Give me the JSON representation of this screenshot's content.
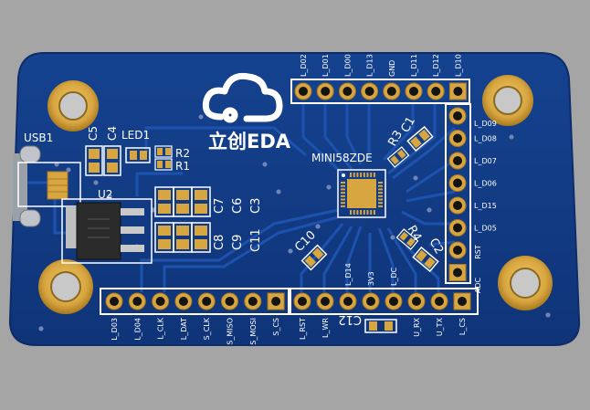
{
  "colors": {
    "background": "#a5a5a5",
    "board": "#123a86",
    "board_edge": "#0d2c6a",
    "trace": "#1f56b4",
    "silkscreen": "#ffffff",
    "gold": "#d8a640",
    "gold_dark": "#a9791f",
    "header_black": "#141414",
    "regulator": "#2b2b2b",
    "pin_metal": "#c9c9c9",
    "usb_metal": "#b9b9b9"
  },
  "logo": {
    "brand_text": "立创EDA",
    "icon": "cloud-logo-icon"
  },
  "chip_label": "MINI58ZDE",
  "designators": {
    "usb": "USB1",
    "led": "LED1",
    "regulator": "U2",
    "c1": "C1",
    "c2": "C2",
    "c3": "C3",
    "c4": "C4",
    "c5": "C5",
    "c6": "C6",
    "c7": "C7",
    "c8": "C8",
    "c9": "C9",
    "c10": "C10",
    "c11": "C11",
    "c12": "C12",
    "r1": "R1",
    "r2": "R2",
    "r3": "R3",
    "r4": "R4"
  },
  "headers": {
    "top": [
      "L_D02",
      "L_D01",
      "L_D00",
      "L_D13",
      "GND",
      "L_D11",
      "L_D12",
      "L_D10"
    ],
    "right": [
      "L_D09",
      "L_D08",
      "L_D07",
      "L_D06",
      "L_D15",
      "L_D05",
      "RST",
      "ADC"
    ],
    "bottom_left": [
      "L_D03",
      "L_D04",
      "L_CLK",
      "L_DAT",
      "S_CLK",
      "S_MISO",
      "S_MOSI",
      "S_CS"
    ],
    "bottom_right": [
      "L_RST",
      "L_WR",
      "L_D14",
      "3V3",
      "L_DC",
      "U_RX",
      "U_TX",
      "L_CS"
    ]
  }
}
